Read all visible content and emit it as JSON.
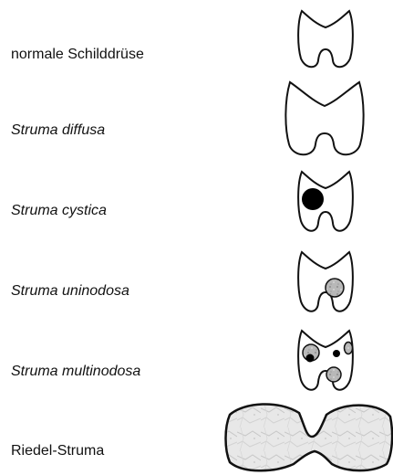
{
  "rows": [
    {
      "label": "normale Schilddrüse",
      "italic": false,
      "glyph": "normal-thyroid-icon"
    },
    {
      "label": "Struma diffusa",
      "italic": true,
      "glyph": "diffuse-goiter-icon"
    },
    {
      "label": "Struma cystica",
      "italic": true,
      "glyph": "cystic-goiter-icon"
    },
    {
      "label": "Struma uninodosa",
      "italic": true,
      "glyph": "uninodular-goiter-icon"
    },
    {
      "label": "Struma multinodosa",
      "italic": true,
      "glyph": "multinodular-goiter-icon"
    },
    {
      "label": "Riedel-Struma",
      "italic": false,
      "glyph": "riedel-struma-icon"
    }
  ],
  "colors": {
    "outline": "#111111",
    "cyst": "#000000",
    "nodule": "#b8b8b8",
    "riedel_fill": "#e6e6e6"
  }
}
